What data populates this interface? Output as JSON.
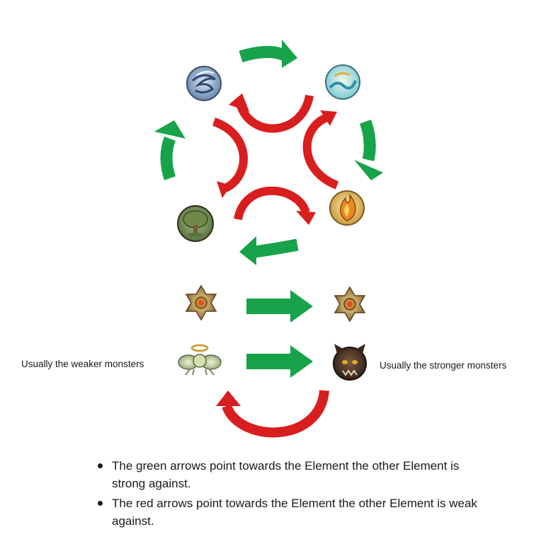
{
  "labels": {
    "weaker": "Usually the weaker monsters",
    "stronger": "Usually the stronger monsters"
  },
  "notes": [
    "The green arrows point towards the Element the other Element is strong against.",
    "The red arrows point towards the Element the other Element is weak against."
  ],
  "colors": {
    "strong_arrow": "#17a34a",
    "weak_arrow": "#d81e1e",
    "text": "#1a1a1a"
  },
  "elements": [
    {
      "icon": "wind-swirl-icon"
    },
    {
      "icon": "water-wave-icon"
    },
    {
      "icon": "fire-flame-icon"
    },
    {
      "icon": "tree-icon"
    },
    {
      "icon": "light-star-icon"
    },
    {
      "icon": "holy-winged-icon"
    },
    {
      "icon": "dark-demon-icon"
    }
  ]
}
